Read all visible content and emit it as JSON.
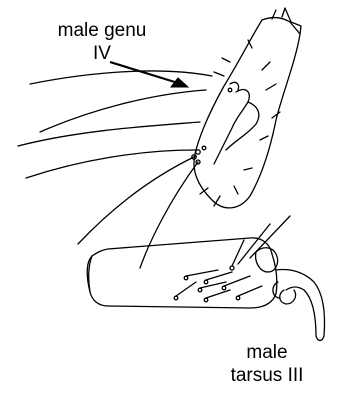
{
  "labels": {
    "genu_line1": "male genu",
    "genu_line2": "IV",
    "tarsus_line1": "male",
    "tarsus_line2": "tarsus III"
  },
  "colors": {
    "ink": "#000000",
    "background": "#ffffff"
  }
}
